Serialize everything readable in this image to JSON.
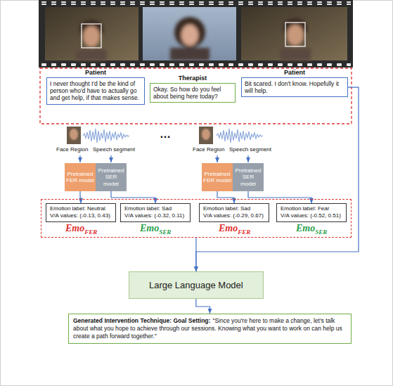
{
  "diagram": {
    "nodes": [
      {
        "text": [
          "Patient",
          "I never thought I'd be the kind of person who'd have to actually go and get help, if that makes sense."
        ]
      },
      {
        "text": [
          "Therapist",
          "Okay. So how do you feel about being here today?"
        ]
      },
      {
        "text": [
          "Patient",
          "Bit scared. I don't know. Hopefully it will help."
        ]
      },
      {
        "text": [
          "Pretrained FER model"
        ]
      },
      {
        "text": [
          "Pretrained SER model"
        ]
      },
      {
        "text": [
          "Pretrained FER model"
        ]
      },
      {
        "text": [
          "Pretrained SER model"
        ]
      },
      {
        "text": [
          "Emo",
          "FER",
          "Emo",
          "SER",
          "Emo",
          "FER",
          "Emo",
          "SER"
        ]
      },
      {
        "text": [
          "Emotion label: Neutral",
          "V/A values: (-0.13, 0.43)"
        ],
        "in": 7
      },
      {
        "text": [
          "Emotion label: Sad",
          "V/A values: (-0.32, 0.11)"
        ],
        "in": 7
      },
      {
        "text": [
          "Emotion label: Sad",
          "V/A values: (-0.29, 0.67)"
        ],
        "in": 7
      },
      {
        "text": [
          "Emotion label: Fear",
          "V/A values: (-0.52, 0.51)"
        ],
        "in": 7
      },
      {
        "text": [
          "Large Language Model"
        ]
      },
      {
        "text": [
          "Generated Intervention Technique: Goal Setting:",
          "\"Since you're here to make a change, let's talk about what you hope to achieve through our sessions. Knowing what you want to work on can help us create a path forward together.\""
        ]
      }
    ],
    "edges": [
      {
        "from": 3,
        "to": 8,
        "arrow": "to"
      },
      {
        "from": 4,
        "to": 9,
        "arrow": "to"
      },
      {
        "from": 5,
        "to": 10,
        "arrow": "to"
      },
      {
        "from": 6,
        "to": 11,
        "arrow": "to"
      },
      {
        "from": 7,
        "to": 12,
        "arrow": "to"
      },
      {
        "from": 2,
        "to": 12,
        "arrow": "to"
      },
      {
        "from": 12,
        "to": 13,
        "arrow": "to"
      }
    ],
    "labels": [
      "Face Region",
      "Speech segment",
      "…",
      "Face Region",
      "Speech segment"
    ]
  }
}
